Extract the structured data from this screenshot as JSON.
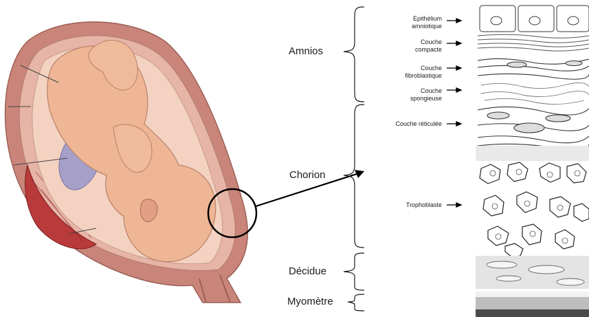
{
  "regions": [
    {
      "key": "amnios",
      "label": "Amnios"
    },
    {
      "key": "chorion",
      "label": "Chorion"
    },
    {
      "key": "decidue",
      "label": "Décidue"
    },
    {
      "key": "myometre",
      "label": "Myomètre"
    }
  ],
  "layers": [
    {
      "key": "epithelium",
      "line1": "Epithélium",
      "line2": "amniotique"
    },
    {
      "key": "compacte",
      "line1": "Couche",
      "line2": "compacte"
    },
    {
      "key": "fibroblastique",
      "line1": "Couche",
      "line2": "fibroblastique"
    },
    {
      "key": "spongieuse",
      "line1": "Couche",
      "line2": "spongieuse"
    },
    {
      "key": "reticulee",
      "line1": "Couche réticulée",
      "line2": ""
    },
    {
      "key": "trophoblaste",
      "line1": "Trophoblaste",
      "line2": ""
    }
  ],
  "colors": {
    "uterus_outer": "#c9857a",
    "uterus_wall": "#e7b5a7",
    "fetus_skin": "#eeb694",
    "cord": "#a6a0c8",
    "placenta": "#b83a3a",
    "ink": "#1a1a1a"
  }
}
